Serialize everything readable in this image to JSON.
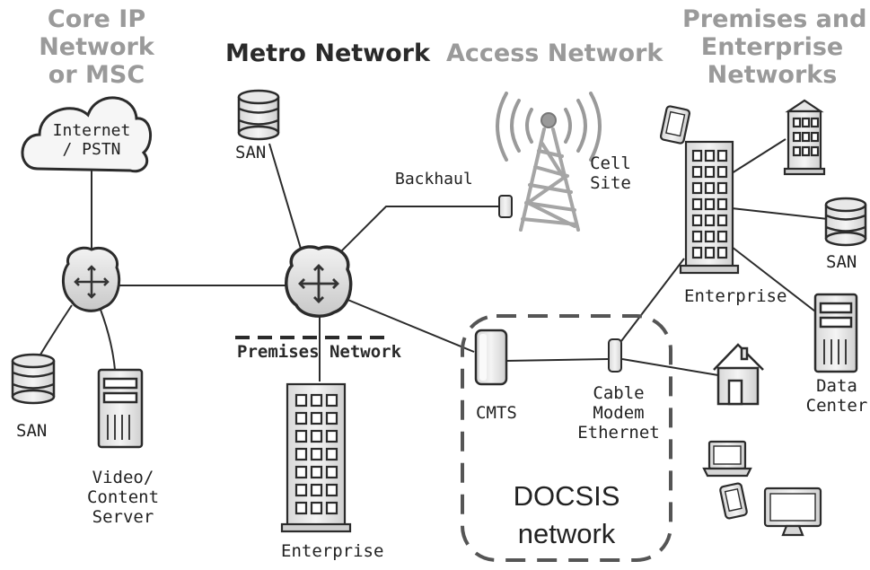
{
  "headings": {
    "core": [
      "Core IP",
      "Network",
      "or MSC"
    ],
    "metro": "Metro Network",
    "access": "Access Network",
    "premises_enterprise": [
      "Premises and",
      "Enterprise",
      "Networks"
    ]
  },
  "labels": {
    "internet": [
      "Internet",
      "/ PSTN"
    ],
    "san_metro": "SAN",
    "san_core": "SAN",
    "san_right": "SAN",
    "video_server": [
      "Video/",
      "Content",
      "Server"
    ],
    "backhaul": "Backhaul",
    "cell_site": [
      "Cell",
      "Site"
    ],
    "premises_network": "Premises Network",
    "enterprise_bottom": "Enterprise",
    "enterprise_right": "Enterprise",
    "cmts": "CMTS",
    "cable_modem": [
      "Cable",
      "Modem",
      "Ethernet"
    ],
    "docsis": [
      "DOCSIS",
      "network"
    ],
    "data_center": [
      "Data",
      "Center"
    ]
  },
  "colors": {
    "heading_dark": "#2a2a2a",
    "heading_gray": "#9a9a9a",
    "line": "#2b2b2b",
    "device_fill": "#e4e4e4"
  }
}
